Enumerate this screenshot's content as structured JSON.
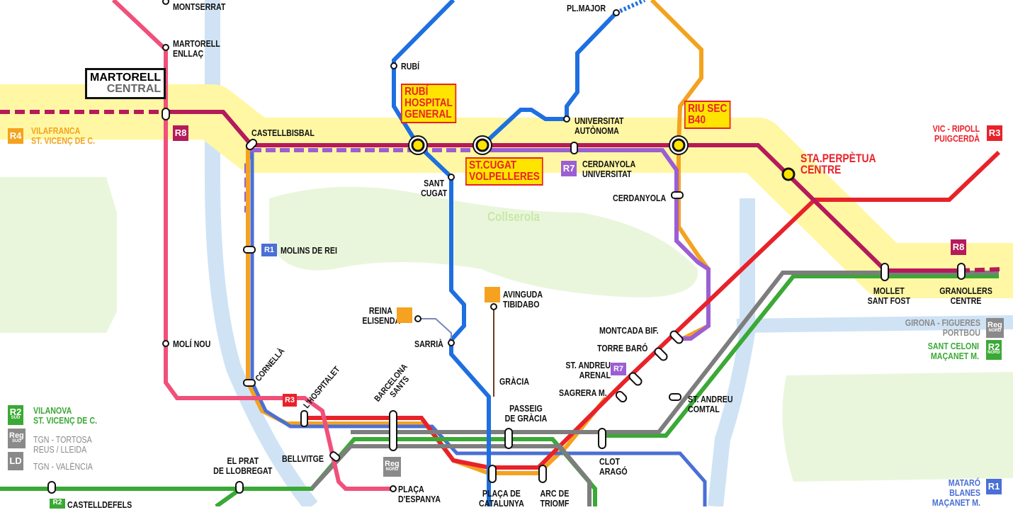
{
  "map": {
    "park": "Collserola",
    "interchanges_highlighted": [
      "RUBÍ HOSPITAL GENERAL",
      "ST.CUGAT VOLPELLERES",
      "RIU SEC B40"
    ],
    "colors": {
      "r8": "#b51a5b",
      "r4": "#f4a21f",
      "r3": "#e8222a",
      "r7": "#9b5fd2",
      "r1": "#4a6fd6",
      "r2": "#3aa935",
      "fgc": "#1e6fe0",
      "r4_north": "#f4a21f",
      "reg": "#8a8a8a",
      "corridor": "#fff7a3",
      "water": "#cfe3f5",
      "green": "#eaf6dc"
    }
  },
  "stations": {
    "montserrat": "MONTSERRAT",
    "martorell_enllac": [
      "MARTORELL",
      "ENLLAÇ"
    ],
    "martorell_central": [
      "MARTORELL",
      "CENTRAL"
    ],
    "castellbisbal": "CASTELLBISBAL",
    "rubi": "RUBÍ",
    "rubi_hospital": [
      "RUBÍ",
      "HOSPITAL",
      "GENERAL"
    ],
    "sant_cugat": [
      "SANT",
      "CUGAT"
    ],
    "st_cugat_volpelleres": [
      "ST.CUGAT",
      "VOLPELLERES"
    ],
    "pl_major": "PL.MAJOR",
    "universitat_autonoma": [
      "UNIVERSITAT",
      "AUTÒNOMA"
    ],
    "cerdanyola_universitat": [
      "CERDANYOLA",
      "UNIVERSITAT"
    ],
    "cerdanyola": "CERDANYOLA",
    "riu_sec": [
      "RIU SEC",
      "B40"
    ],
    "sta_perpetua": [
      "STA.PERPÈTUA",
      "CENTRE"
    ],
    "molins": "MOLINS DE REI",
    "reina_elisenda": [
      "REINA",
      "ELISENDA"
    ],
    "avinguda_tibidabo": [
      "AVINGUDA",
      "TIBIDABO"
    ],
    "sarria": "SARRIÀ",
    "moli_nou": "MOLÍ NOU",
    "cornella": "CORNELLÀ",
    "lhospitalet": "L'HOSPITALET",
    "barcelona_sants": [
      "BARCELONA",
      "SANTS"
    ],
    "gracia": "GRÀCIA",
    "passeig_de_gracia": [
      "PASSEIG",
      "DE GRÀCIA"
    ],
    "montcada_bif": "MONTCADA BIF.",
    "torre_baro": "TORRE BARÓ",
    "st_andreu_arenal": [
      "ST. ANDREU",
      "ARENAL"
    ],
    "sagrera": "SAGRERA M.",
    "st_andreu_comtal": [
      "ST. ANDREU",
      "COMTAL"
    ],
    "mollet": [
      "MOLLET",
      "SANT FOST"
    ],
    "granollers": [
      "GRANOLLERS",
      "CENTRE"
    ],
    "el_prat": [
      "EL PRAT",
      "DE LLOBREGAT"
    ],
    "bellvitge": "BELLVITGE",
    "placa_espanya": [
      "PLAÇA",
      "D'ESPANYA"
    ],
    "placa_catalunya": [
      "PLAÇA DE",
      "CATALUNYA"
    ],
    "arc_de_triomf": [
      "ARC DE",
      "TRIOMF"
    ],
    "clot": [
      "CLOT",
      "ARAGÓ"
    ],
    "castelldefels": "CASTELLDEFELS"
  },
  "badges": {
    "r8_west": "R8",
    "r8_east": "R8",
    "r4": "R4",
    "r3_east": "R3",
    "r3_hosp": "R3",
    "r7_cerd": "R7",
    "r7_arenal": "R7",
    "r1_molins": "R1",
    "r1_east": "R1",
    "r2_sud": "R2",
    "r2_nord": "R2",
    "r2_bottom": "R2",
    "reg_sud": "Reg",
    "reg_nord": "Reg",
    "reg_sants": "Reg",
    "ld": "LD",
    "sud": "SUD",
    "nord": "NORD"
  },
  "destinations": {
    "r4": [
      "VILAFRANCA",
      "ST. VICENÇ DE C."
    ],
    "r3": [
      "VIC - RIPOLL",
      "PUIGCERDÀ"
    ],
    "reg_nord": [
      "GIRONA - FIGUERES",
      "PORTBOU"
    ],
    "r2_nord": [
      "SANT CELONI",
      "MAÇANET M."
    ],
    "r2_sud": [
      "VILANOVA",
      "ST. VICENÇ DE C."
    ],
    "reg_sud": [
      "TGN - TORTOSA",
      "REUS / LLEIDA"
    ],
    "ld": "TGN - VALÈNCIA",
    "r1": [
      "MATARÓ",
      "BLANES",
      "MAÇANET M."
    ]
  }
}
